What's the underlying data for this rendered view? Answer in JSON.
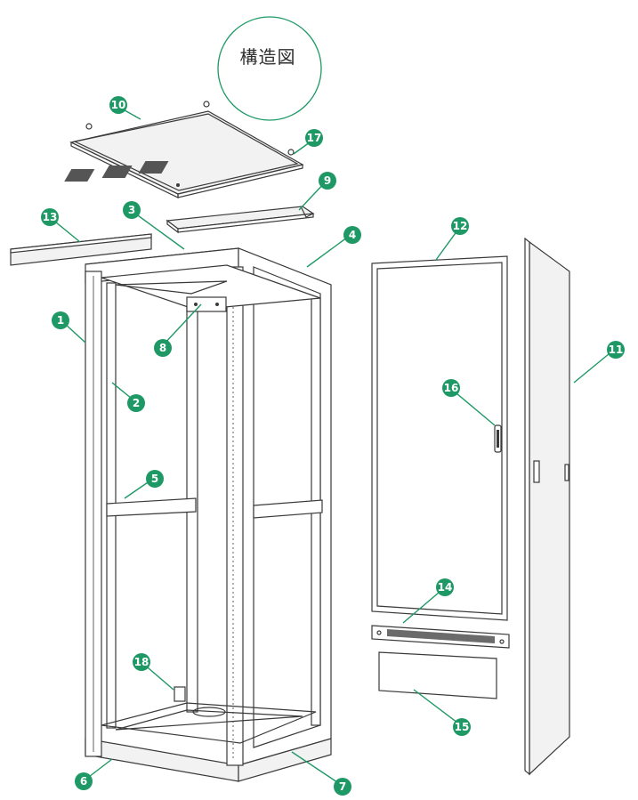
{
  "title": "構造図",
  "accent_color": "#1e9966",
  "callouts": [
    "1",
    "2",
    "3",
    "4",
    "5",
    "6",
    "7",
    "8",
    "9",
    "10",
    "11",
    "12",
    "13",
    "14",
    "15",
    "16",
    "17",
    "18"
  ]
}
